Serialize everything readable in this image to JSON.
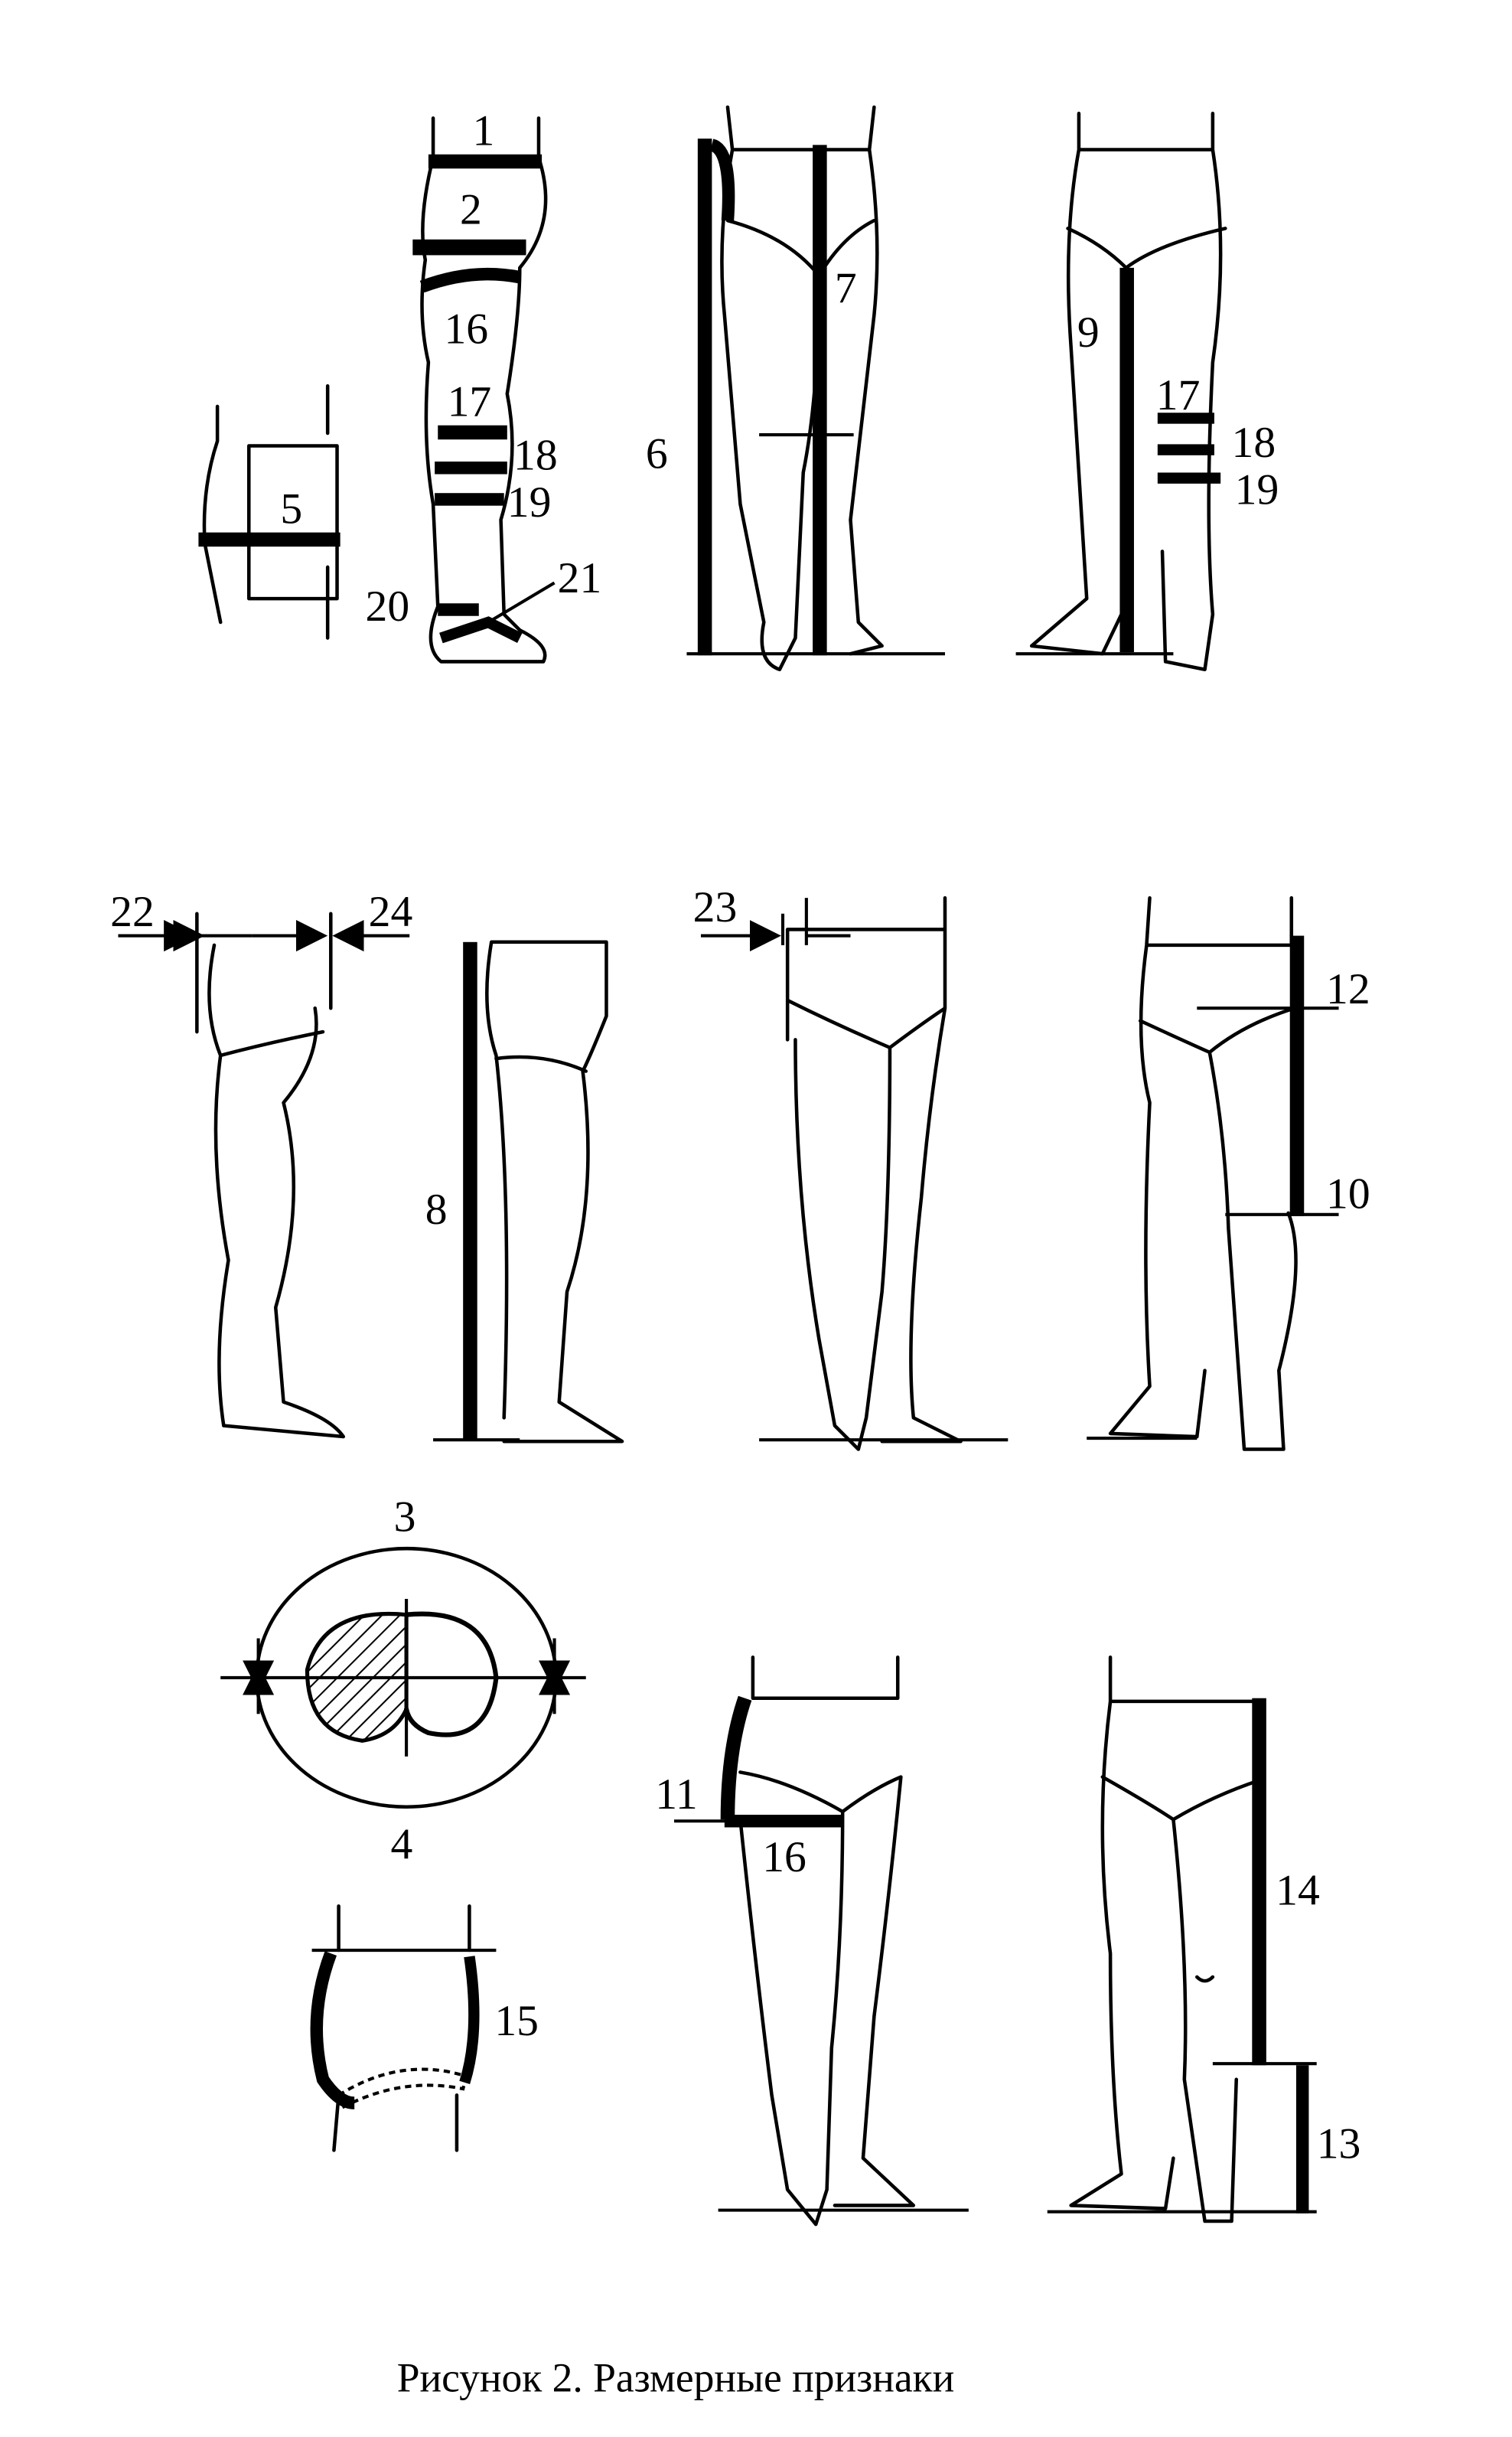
{
  "caption": "Рисунок 2. Размерные признаки",
  "labels": {
    "a1": "1",
    "a2": "2",
    "a16": "16",
    "a17": "17",
    "a18": "18",
    "a19": "19",
    "a20": "20",
    "a21": "21",
    "a5": "5",
    "b6": "6",
    "b7": "7",
    "c9": "9",
    "c17": "17",
    "c18": "18",
    "c19": "19",
    "d22": "22",
    "d24": "24",
    "e8": "8",
    "f23": "23",
    "g12": "12",
    "g10": "10",
    "h3": "3",
    "h4": "4",
    "i15": "15",
    "j11": "11",
    "j16": "16",
    "k14": "14",
    "k13": "13"
  }
}
